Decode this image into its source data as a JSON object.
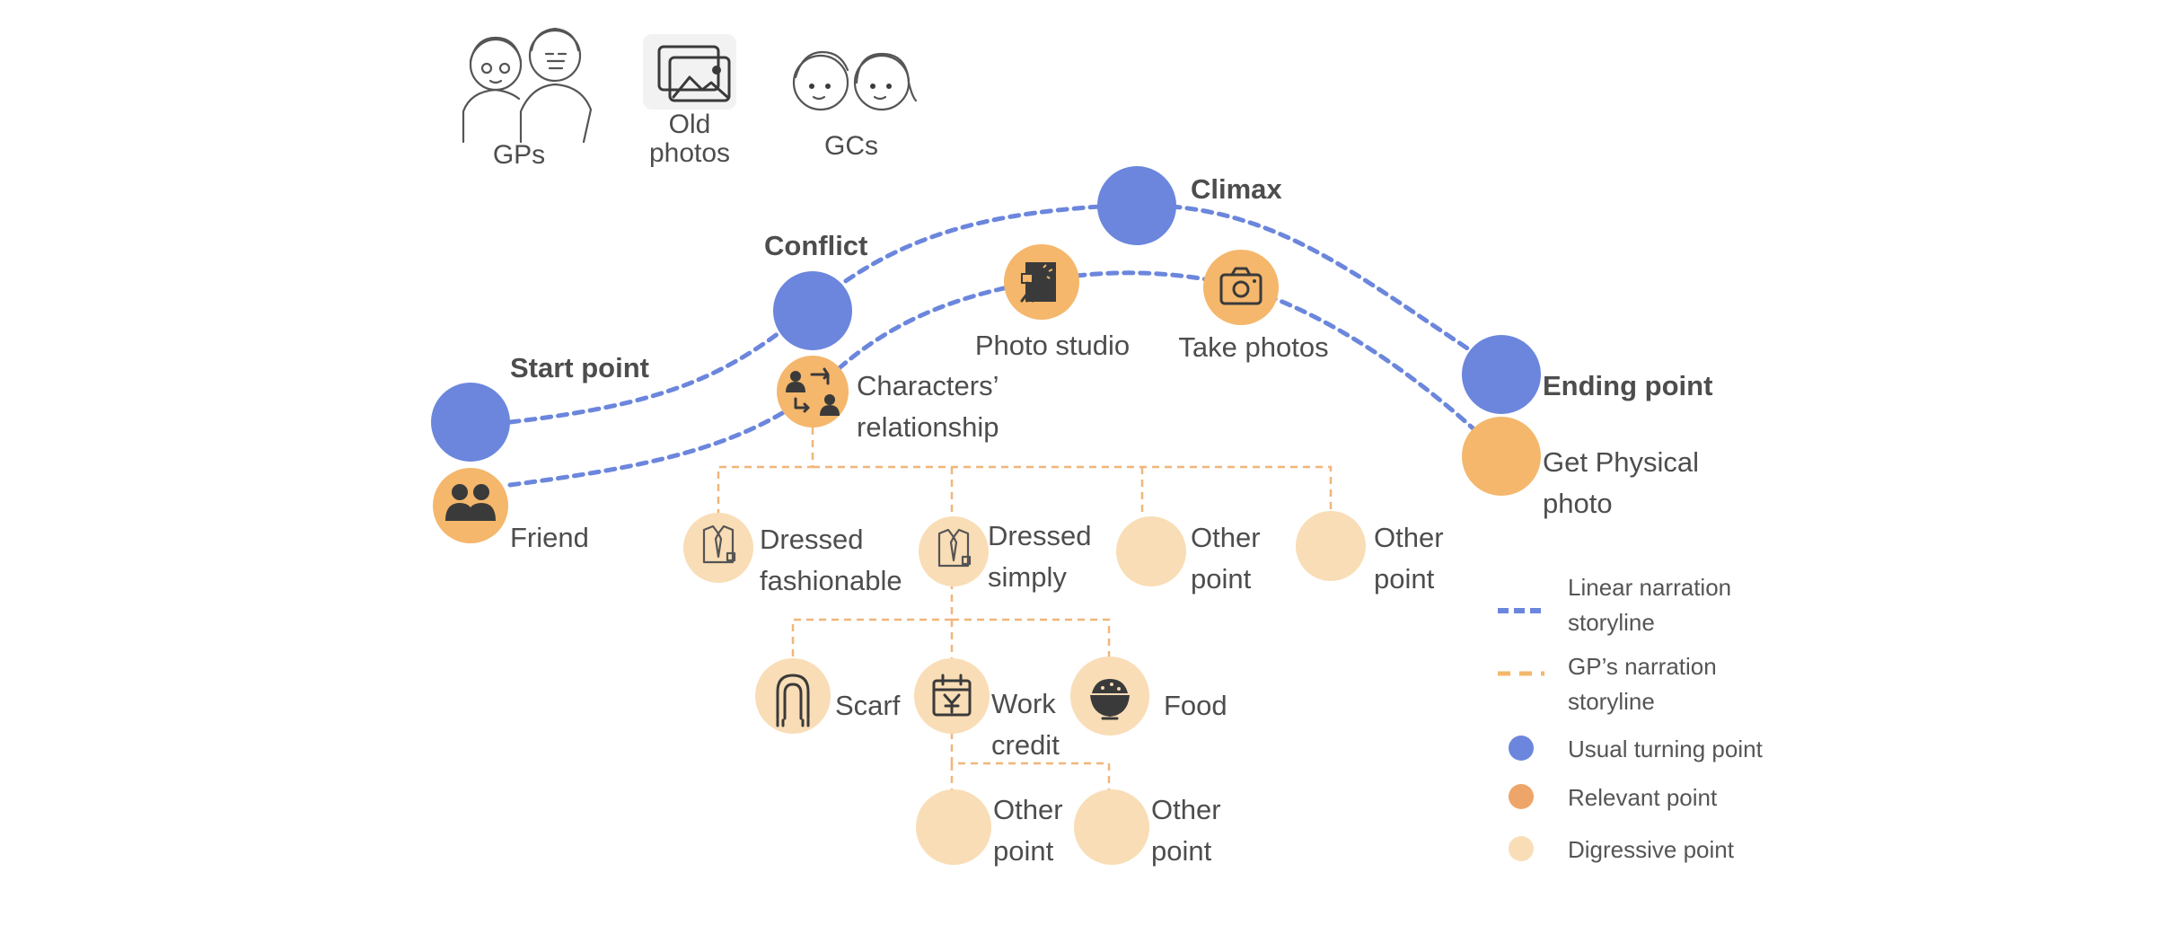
{
  "header": {
    "gps_label": "GPs",
    "old_photos_label_1": "Old",
    "old_photos_label_2": "photos",
    "gcs_label": "GCs"
  },
  "nodes": {
    "start_point": "Start point",
    "conflict": "Conflict",
    "climax": "Climax",
    "ending_point": "Ending point",
    "friend": "Friend",
    "characters_relationship_1": "Characters’",
    "characters_relationship_2": "relationship",
    "photo_studio": "Photo studio",
    "take_photos": "Take photos",
    "get_physical_photo_1": "Get Physical",
    "get_physical_photo_2": "photo",
    "dressed_fashionable_1": "Dressed",
    "dressed_fashionable_2": "fashionable",
    "dressed_simply_1": "Dressed",
    "dressed_simply_2": "simply",
    "other_point_a_1": "Other",
    "other_point_a_2": "point",
    "other_point_b_1": "Other",
    "other_point_b_2": "point",
    "scarf": "Scarf",
    "work_credit_1": "Work",
    "work_credit_2": "credit",
    "food": "Food",
    "other_point_c_1": "Other",
    "other_point_c_2": "point",
    "other_point_d_1": "Other",
    "other_point_d_2": "point"
  },
  "legend": {
    "linear_1": "Linear narration",
    "linear_2": "storyline",
    "gp_1": "GP’s narration",
    "gp_2": "storyline",
    "usual": "Usual turning point",
    "relevant": "Relevant point",
    "digressive": "Digressive point"
  },
  "colors": {
    "usual_turning_point": "#6b86dc",
    "relevant_point": "#f4b76c",
    "relevant_point_legend": "#eda56a",
    "digressive_point": "#f9ddb6",
    "linear_storyline": "#6b86dc",
    "gp_storyline": "#f4b76c"
  },
  "icons": {
    "gps": "grandparents-icon",
    "old_photos": "photos-icon",
    "gcs": "grandchildren-icon",
    "friend": "people-icon",
    "characters_relationship": "relationship-swap-icon",
    "photo_studio": "studio-icon",
    "take_photos": "camera-icon",
    "dressed": "shirt-tie-icon",
    "scarf": "scarf-icon",
    "work_credit": "calendar-yen-icon",
    "food": "rice-bowl-icon"
  }
}
